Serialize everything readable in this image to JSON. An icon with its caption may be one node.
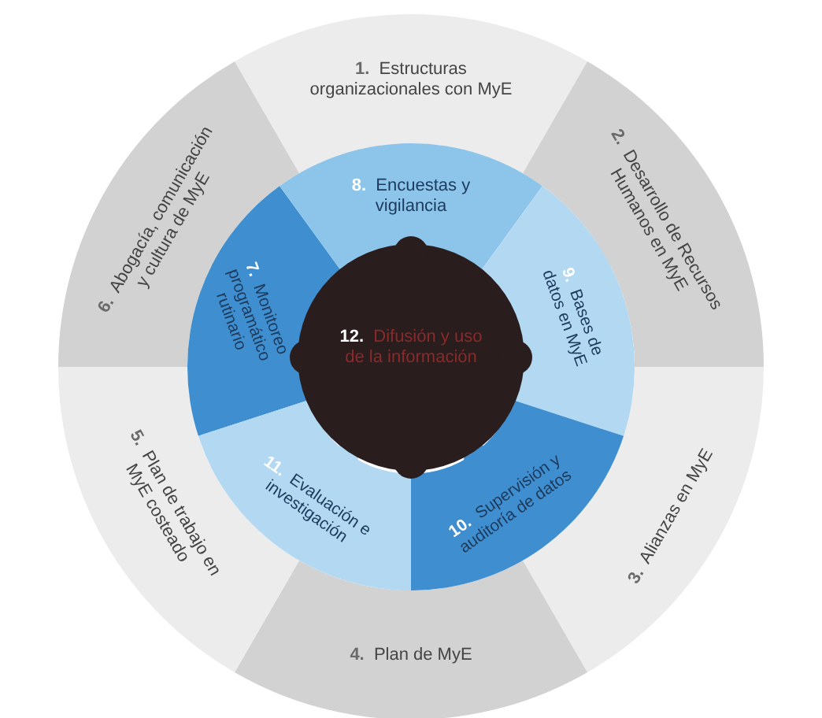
{
  "diagram": {
    "nodes": [
      {
        "text": [
          "1.",
          "Estructuras organizacionales con MyE"
        ]
      },
      {
        "text": [
          "2.",
          "Desarrollo de Recursos Humanos en MyE"
        ]
      },
      {
        "text": [
          "3.",
          "Alianzas en MyE"
        ]
      },
      {
        "text": [
          "4.",
          "Plan de MyE"
        ]
      },
      {
        "text": [
          "5.",
          "Plan de trabajo en MyE costeado"
        ]
      },
      {
        "text": [
          "6.",
          "Abogacía, comunicación y cultura de MyE"
        ]
      },
      {
        "text": [
          "7.",
          "Monitoreo programático rutinario"
        ]
      },
      {
        "text": [
          "8.",
          "Encuestas y vigilancia"
        ]
      },
      {
        "text": [
          "9.",
          "Bases de datos en MyE"
        ]
      },
      {
        "text": [
          "10.",
          "Supervisión y auditoría de datos"
        ]
      },
      {
        "text": [
          "11.",
          "Evaluación e investigación"
        ]
      },
      {
        "text": [
          "12.",
          "Difusión y uso de la información"
        ]
      }
    ]
  }
}
